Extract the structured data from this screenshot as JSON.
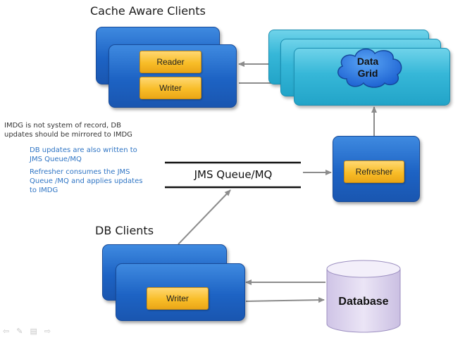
{
  "headings": {
    "cache_clients": "Cache Aware Clients",
    "db_clients": "DB Clients"
  },
  "buttons": {
    "reader": "Reader",
    "cache_writer": "Writer",
    "refresher": "Refresher",
    "db_writer": "Writer"
  },
  "grid": {
    "line1": "Data",
    "line2": "Grid"
  },
  "queue_label": "JMS Queue/MQ",
  "database_label": "Database",
  "notes": {
    "main": [
      "IMDG is not system of record, DB",
      "updates should be mirrored to IMDG"
    ],
    "bullet1": [
      "DB updates are also written to",
      "JMS Queue/MQ"
    ],
    "bullet2": [
      "Refresher consumes the JMS",
      "Queue /MQ and applies  updates",
      "to IMDG"
    ]
  },
  "colors": {
    "client_box": "#1d63c4",
    "grid_box": "#36b7d8",
    "button": "#f8bd28",
    "database": "#ddd4ee",
    "note_blue": "#2e74c4"
  },
  "nav_icons": [
    "left-arrow-icon",
    "pen-icon",
    "menu-icon",
    "right-arrow-icon"
  ]
}
